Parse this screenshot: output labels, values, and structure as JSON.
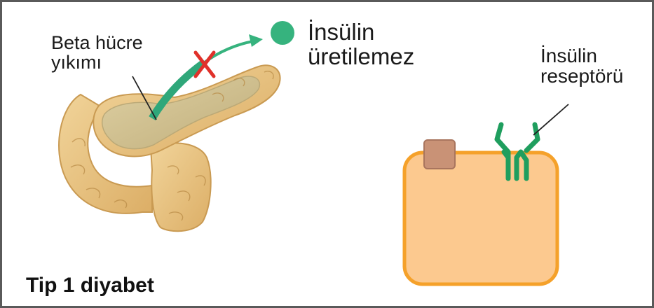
{
  "colors": {
    "border": "#5a5a5a",
    "pancreas": "#e7c27e",
    "pancreas_dark": "#c99a52",
    "pancreas_core": "#cfc08f",
    "insulin": "#36b37e",
    "insulin_arrow": "#2fa77a",
    "blocked_mark": "#e0312a",
    "cell_fill": "#fcc98f",
    "cell_border": "#f5a12a",
    "glucose_transporter": "#c99276",
    "receptor": "#1f9e5e"
  },
  "labels": {
    "beta_cell_line1": "Beta hücre",
    "beta_cell_line2": "yıkımı",
    "insulin_line1": "İnsülin",
    "insulin_line2": "üretilemez",
    "receptor_line1": "İnsülin",
    "receptor_line2": "reseptörü"
  },
  "title": "Tip 1 diyabet",
  "icons": {
    "blocked": "x-mark-icon",
    "insulin": "insulin-molecule-icon"
  }
}
